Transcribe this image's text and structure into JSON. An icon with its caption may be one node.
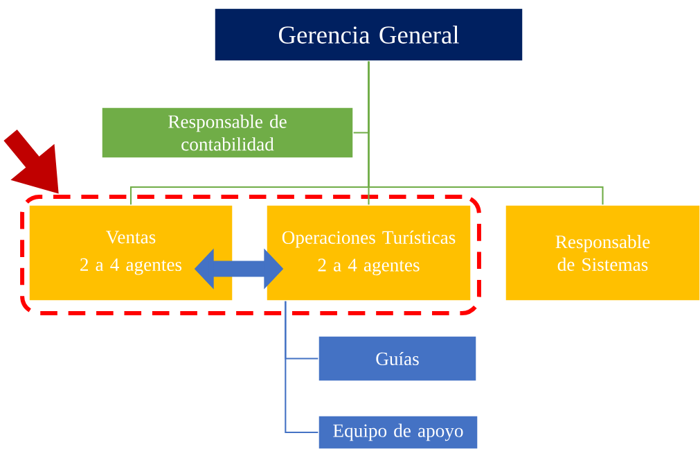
{
  "diagram": {
    "nodes": [
      {
        "text": [
          "Gerencia General"
        ]
      },
      {
        "text": [
          "Responsable de contabilidad"
        ]
      },
      {
        "text": [],
        "shape": "box"
      },
      {
        "text": [
          "Ventas",
          "2 a 4 agentes"
        ],
        "in": 2
      },
      {
        "text": [
          "Operaciones Turísticas",
          "2 a 4 agentes"
        ],
        "in": 2
      },
      {
        "text": [
          "Responsable de Sistemas"
        ]
      },
      {
        "text": [
          "Guías"
        ]
      },
      {
        "text": [
          "Equipo de apoyo"
        ]
      }
    ],
    "edges": [
      {
        "from": 0,
        "to": 1,
        "arrow": "none"
      },
      {
        "from": 0,
        "to": 3,
        "arrow": "none"
      },
      {
        "from": 0,
        "to": 4,
        "arrow": "none"
      },
      {
        "from": 0,
        "to": 5,
        "arrow": "none"
      },
      {
        "from": 3,
        "to": 4,
        "arrow": "both",
        "style": "thick",
        "color": "#4472c4"
      },
      {
        "from": 4,
        "to": 6,
        "arrow": "none",
        "color": "#4472c4"
      },
      {
        "from": 4,
        "to": 7,
        "arrow": "none",
        "color": "#4472c4"
      },
      {
        "from": null,
        "to": 2,
        "arrow": "to",
        "style": "thick",
        "color": "#c00000"
      }
    ]
  }
}
